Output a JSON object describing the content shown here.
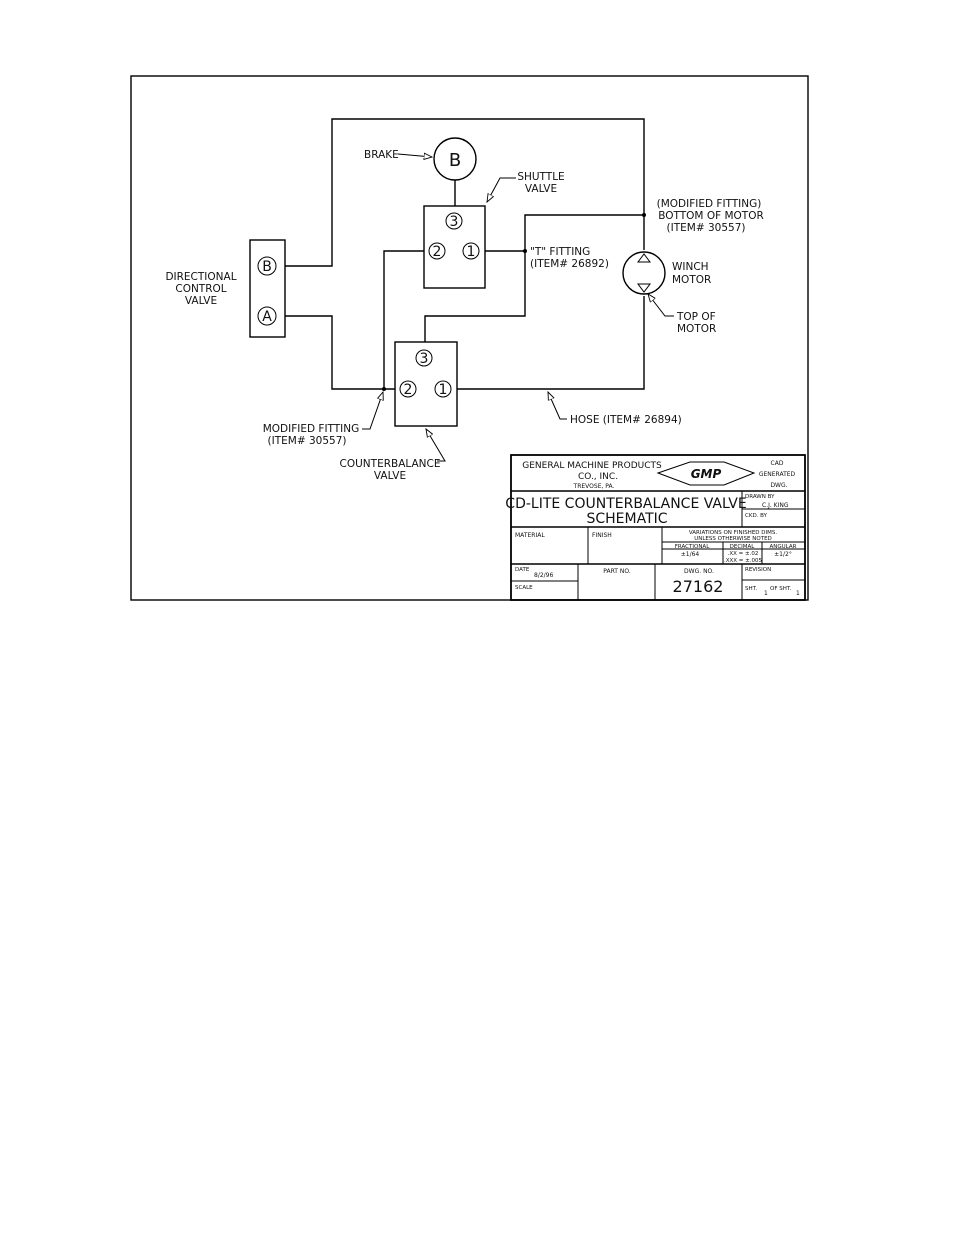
{
  "labels": {
    "brake": "BRAKE",
    "brake_port": "B",
    "shuttle_line1": "SHUTTLE",
    "shuttle_line2": "VALVE",
    "dcv_line1": "DIRECTIONAL",
    "dcv_line2": "CONTROL",
    "dcv_line3": "VALVE",
    "dcv_port_b": "B",
    "dcv_port_a": "A",
    "shuttle_port_3": "3",
    "shuttle_port_2": "2",
    "shuttle_port_1": "1",
    "cb_port_3": "3",
    "cb_port_2": "2",
    "cb_port_1": "1",
    "t_fitting_line1": "\"T\" FITTING",
    "t_fitting_line2": "(ITEM# 26892)",
    "mod_fitting_top_line1": "(MODIFIED FITTING)",
    "mod_fitting_top_line2": "BOTTOM OF MOTOR",
    "mod_fitting_top_line3": "(ITEM# 30557)",
    "winch_line1": "WINCH",
    "winch_line2": "MOTOR",
    "top_motor_line1": "TOP OF",
    "top_motor_line2": "MOTOR",
    "mod_fitting_bottom_line1": "MODIFIED FITTING",
    "mod_fitting_bottom_line2": "(ITEM# 30557)",
    "counterbalance_line1": "COUNTERBALANCE",
    "counterbalance_line2": "VALVE",
    "hose": "HOSE (ITEM# 26894)"
  },
  "title_block": {
    "company_line1": "GENERAL MACHINE PRODUCTS",
    "company_line2": "CO., INC.",
    "company_line3": "TREVOSE, PA.",
    "logo": "GMP",
    "cad_line1": "CAD",
    "cad_line2": "GENERATED",
    "cad_line3": "DWG.",
    "title_line1": "CD-LITE COUNTERBALANCE VALVE",
    "title_line2": "SCHEMATIC",
    "drawn_by_label": "DRAWN BY",
    "drawn_by_value": "C.J. KING",
    "ckd_by_label": "CKD. BY",
    "material_label": "MATERIAL",
    "finish_label": "FINISH",
    "variations_line1": "VARIATIONS ON FINISHED DIMS.",
    "variations_line2": "UNLESS OTHERWISE NOTED",
    "fractional_label": "FRACTIONAL",
    "decimal_label": "DECIMAL",
    "angular_label": "ANGULAR",
    "fractional_value": "±1/64",
    "decimal_value_1": ".XX = ±.02",
    "decimal_value_2": ".XXX = ±.005",
    "angular_value": "±1/2°",
    "date_label": "DATE",
    "date_value": "8/2/96",
    "scale_label": "SCALE",
    "part_no_label": "PART NO.",
    "dwg_no_label": "DWG. NO.",
    "dwg_no_value": "27162",
    "revision_label": "REVISION",
    "sht_label": "SHT.",
    "sht_value": "1",
    "of_sht_label": "OF SHT.",
    "of_sht_value": "1"
  }
}
